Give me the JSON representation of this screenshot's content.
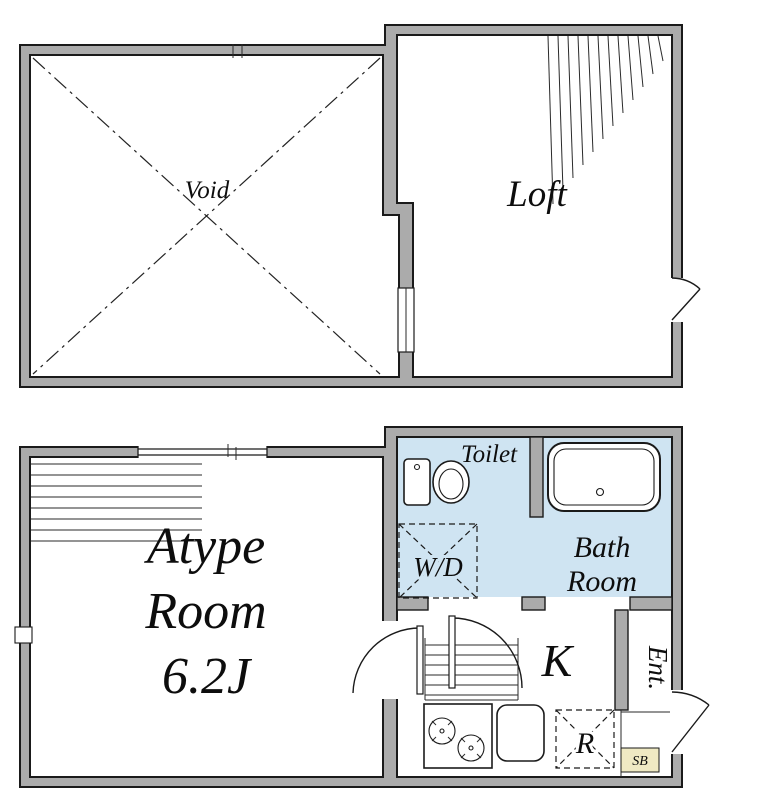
{
  "colors": {
    "wall": "#ababab",
    "outline": "#1a1a1a",
    "water_blue": "#cfe4f2",
    "shoe_box_fill": "#efe9c3"
  },
  "upper_floor": {
    "void_label": "Void",
    "loft_label": "Loft"
  },
  "lower_floor": {
    "room_name_lines": [
      "Atype",
      "Room",
      "6.2J"
    ],
    "toilet_label": "Toilet",
    "washer_dryer_label": "W/D",
    "bath_lines": [
      "Bath",
      "Room"
    ],
    "kitchen_label": "K",
    "entrance_label": "Ent.",
    "refrigerator_label": "R",
    "shoe_box_label": "SB"
  }
}
